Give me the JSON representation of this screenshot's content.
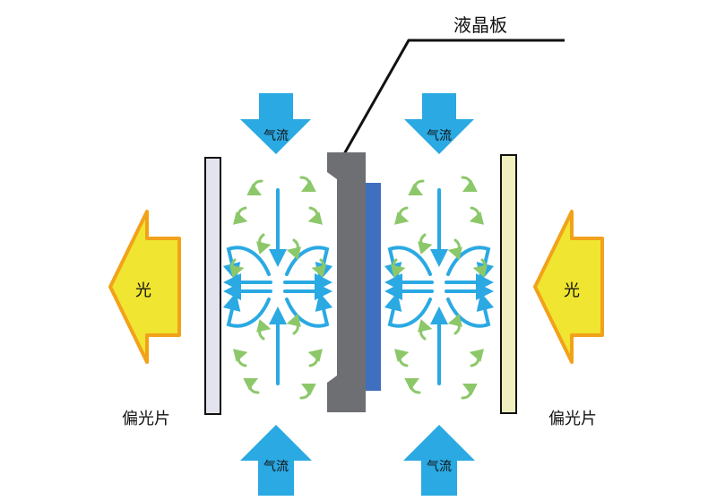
{
  "labels": {
    "lcd_panel": "液晶板",
    "airflow": "气流",
    "light": "光",
    "polarizer": "偏光片"
  },
  "colors": {
    "airflow_arrow": "#2aa9e3",
    "circulation_arrow": "#8cc86a",
    "light_arrow_fill": "#f0e530",
    "light_arrow_stroke": "#f2a21a",
    "polarizer_left": "#e3e3ee",
    "polarizer_right": "#f0efc0",
    "panel_gray": "#6e6f73",
    "panel_blue": "#3f6fbf"
  }
}
